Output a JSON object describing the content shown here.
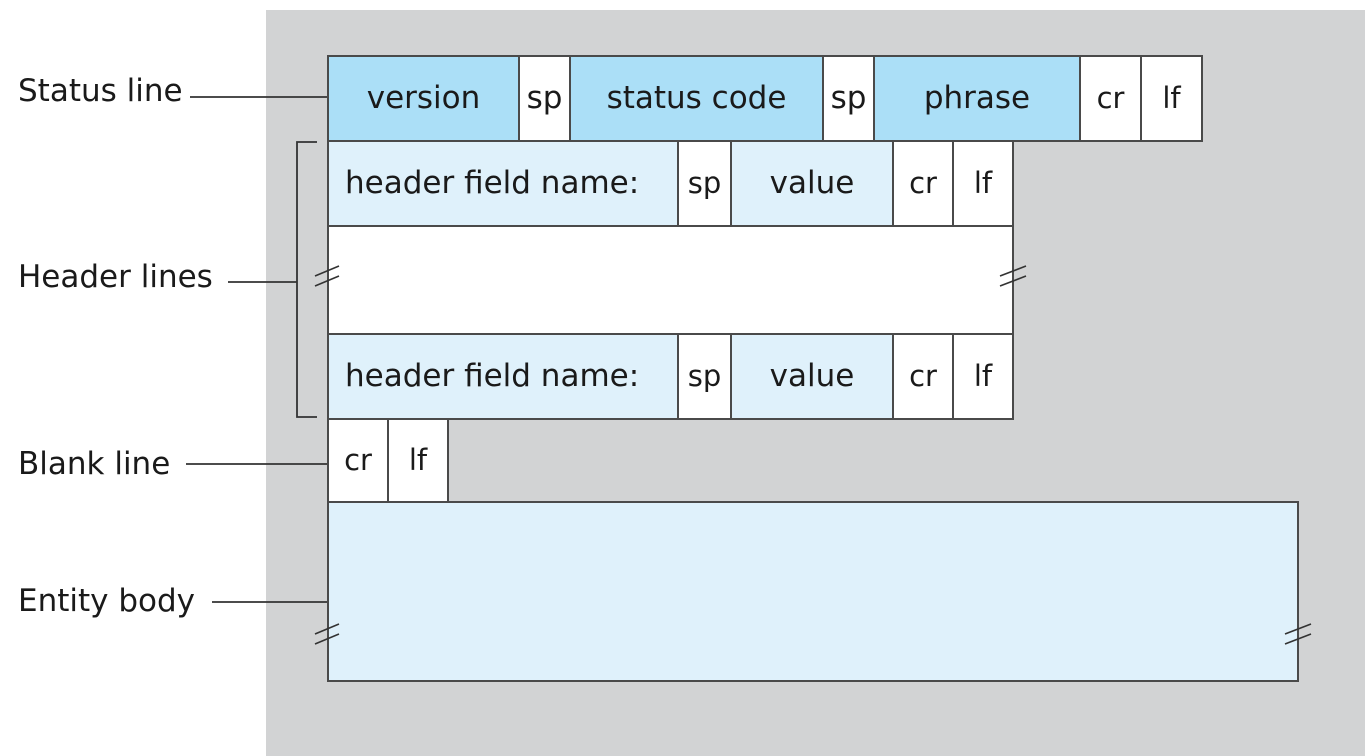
{
  "labels": {
    "status_line": "Status line",
    "header_lines": "Header lines",
    "blank_line": "Blank line",
    "entity_body": "Entity body"
  },
  "status_row": {
    "version": "version",
    "sp1": "sp",
    "status_code": "status code",
    "sp2": "sp",
    "phrase": "phrase",
    "cr": "cr",
    "lf": "lf"
  },
  "header_rows": [
    {
      "name": "header field name:",
      "sp": "sp",
      "value": "value",
      "cr": "cr",
      "lf": "lf"
    },
    {
      "name": "header field name:",
      "sp": "sp",
      "value": "value",
      "cr": "cr",
      "lf": "lf"
    }
  ],
  "blank_row": {
    "cr": "cr",
    "lf": "lf"
  },
  "colors": {
    "panel_background": "#d2d3d4",
    "status_fill": "#abdff7",
    "header_fill": "#dff1fb",
    "cell_border": "#4a4a4a"
  }
}
